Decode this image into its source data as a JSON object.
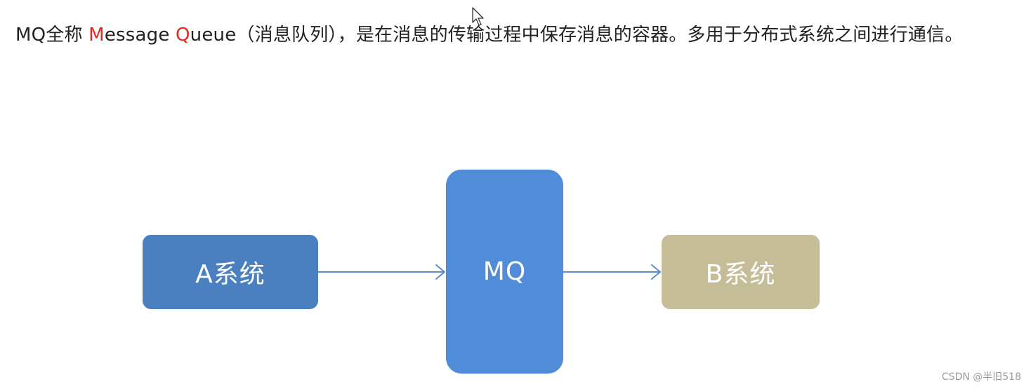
{
  "intro": {
    "part1": "MQ全称 ",
    "m_letter": "M",
    "part2": "essage ",
    "q_letter": "Q",
    "part3": "ueue（消息队列），是在消息的传输过程中保存消息的容器。多用于分布式系统之间进行通信。",
    "highlight_color": "#e02b20"
  },
  "diagram": {
    "nodes": [
      {
        "label": "A系统",
        "color": "#4a7fc0"
      },
      {
        "label": "MQ",
        "color": "#518cd9"
      },
      {
        "label": "B系统",
        "color": "#c5bc98"
      }
    ],
    "edges": [
      {
        "from": "A系统",
        "to": "MQ"
      },
      {
        "from": "MQ",
        "to": "B系统"
      }
    ],
    "arrow_color": "#5b8ccf"
  },
  "cursor_icon": "mouse-pointer-icon",
  "watermark": "CSDN @半旧518"
}
